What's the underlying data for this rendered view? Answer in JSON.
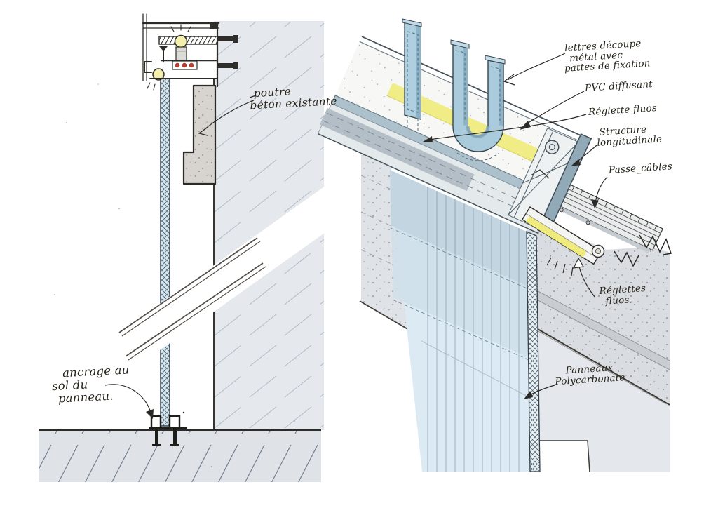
{
  "colors": {
    "paper": "#ffffff",
    "wall_gray": "#e5e8ec",
    "floor_gray": "#dfe3e8",
    "concrete_beam": "#d7d3cf",
    "slab_gray": "#e3e6ea",
    "panel_blue": "#dcebf3",
    "panel_shadow_blue": "#c2d5e1",
    "letter_blue": "#a9cbdc",
    "letter_blue_dark": "#8fb3c6",
    "fluo_yellow": "#f0ec86",
    "bulb_yellow": "#f3efad",
    "ink": "#2b2a26",
    "red_dots": "#c0392b",
    "hatch_blue": "#8fa3b5"
  },
  "left": {
    "labels": {
      "beam": {
        "lines": [
          "poutre",
          "béton existante"
        ]
      },
      "anchor": {
        "lines": [
          "ancrage au",
          "sol du",
          "panneau."
        ]
      }
    }
  },
  "right": {
    "labels": {
      "letters": {
        "lines": [
          "lettres découpe",
          "métal avec",
          "pattes de fixation"
        ]
      },
      "pvc": {
        "lines": [
          "PVC diffusant"
        ]
      },
      "reglette": {
        "lines": [
          "Réglette fluos"
        ]
      },
      "structure": {
        "lines": [
          "Structure",
          "longitudinale"
        ]
      },
      "cable": {
        "lines": [
          "Passe_câbles"
        ]
      },
      "reglettes": {
        "lines": [
          "Réglettes",
          "fluos."
        ]
      },
      "panels": {
        "lines": [
          "Panneaux",
          "Polycarbonate"
        ]
      }
    }
  }
}
